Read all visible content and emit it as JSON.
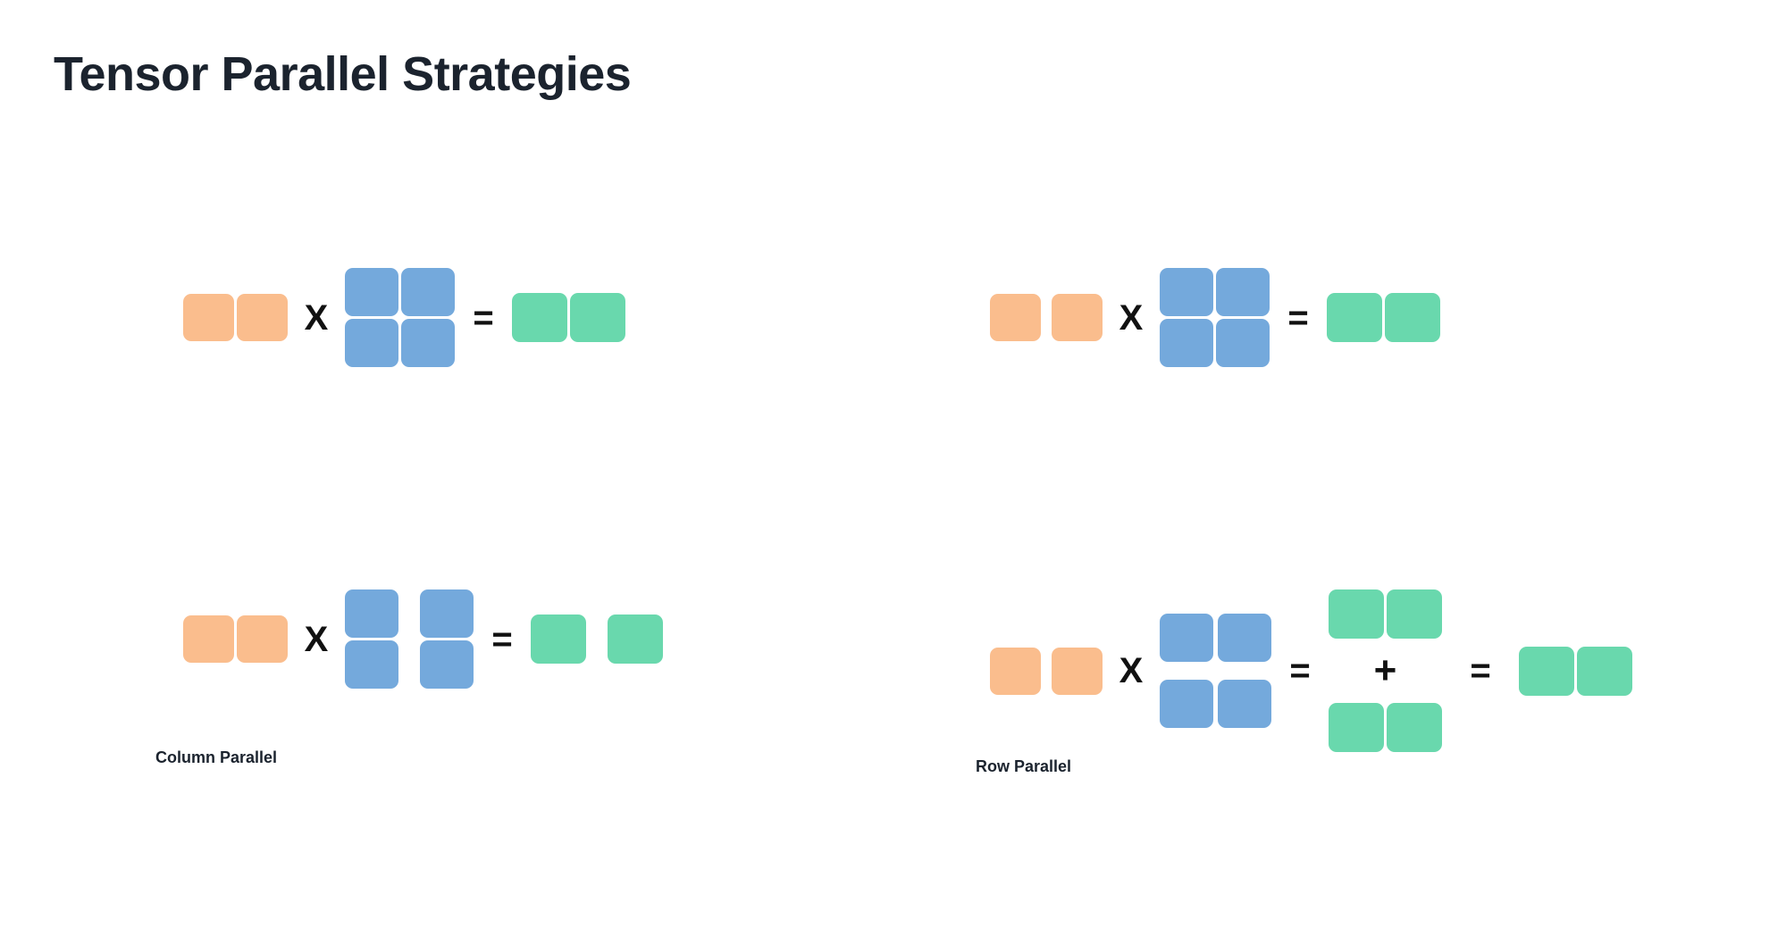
{
  "slide": {
    "title": "Tensor Parallel Strategies",
    "background_color": "#ffffff",
    "title_color": "#1b232e"
  },
  "palette": {
    "input_orange": "#fabd8d",
    "weight_blue": "#74a9dc",
    "output_green": "#69d8ad",
    "operator_black": "#111111"
  },
  "operators": {
    "multiply": "X",
    "equals": "=",
    "plus": "+"
  },
  "diagrams": [
    {
      "id": "column-parallel-before",
      "position": "top-left",
      "label": "",
      "description": "Unsharded matrix multiply shown above the Column Parallel example",
      "input": {
        "color_name": "input_orange",
        "rows": 1,
        "cols": 2,
        "split": "none"
      },
      "weight": {
        "color_name": "weight_blue",
        "rows": 2,
        "cols": 2,
        "split": "none"
      },
      "output": {
        "color_name": "output_green",
        "rows": 1,
        "cols": 2,
        "split": "none"
      }
    },
    {
      "id": "row-parallel-before",
      "position": "top-right",
      "label": "",
      "description": "Unsharded matrix multiply shown above the Row Parallel example",
      "input": {
        "color_name": "input_orange",
        "rows": 1,
        "cols": 2,
        "split": "none"
      },
      "weight": {
        "color_name": "weight_blue",
        "rows": 2,
        "cols": 2,
        "split": "none"
      },
      "output": {
        "color_name": "output_green",
        "rows": 1,
        "cols": 2,
        "split": "none"
      }
    },
    {
      "id": "column-parallel",
      "position": "bottom-left",
      "label": "Column Parallel",
      "description": "Weight matrix sharded by columns, output sharded by columns",
      "input": {
        "color_name": "input_orange",
        "rows": 1,
        "cols": 2,
        "split": "none"
      },
      "weight": {
        "color_name": "weight_blue",
        "rows": 2,
        "cols": 2,
        "split": "columns"
      },
      "output": {
        "color_name": "output_green",
        "rows": 1,
        "cols": 2,
        "split": "columns"
      }
    },
    {
      "id": "row-parallel",
      "position": "bottom-right",
      "label": "Row Parallel",
      "description": "Weight matrix sharded by rows, partial outputs summed via all-reduce",
      "input": {
        "color_name": "input_orange",
        "rows": 1,
        "cols": 2,
        "split": "columns"
      },
      "weight": {
        "color_name": "weight_blue",
        "rows": 2,
        "cols": 2,
        "split": "rows"
      },
      "partials": [
        {
          "color_name": "output_green",
          "rows": 1,
          "cols": 2
        },
        {
          "color_name": "output_green",
          "rows": 1,
          "cols": 2
        }
      ],
      "output": {
        "color_name": "output_green",
        "rows": 1,
        "cols": 2,
        "split": "none"
      }
    }
  ]
}
